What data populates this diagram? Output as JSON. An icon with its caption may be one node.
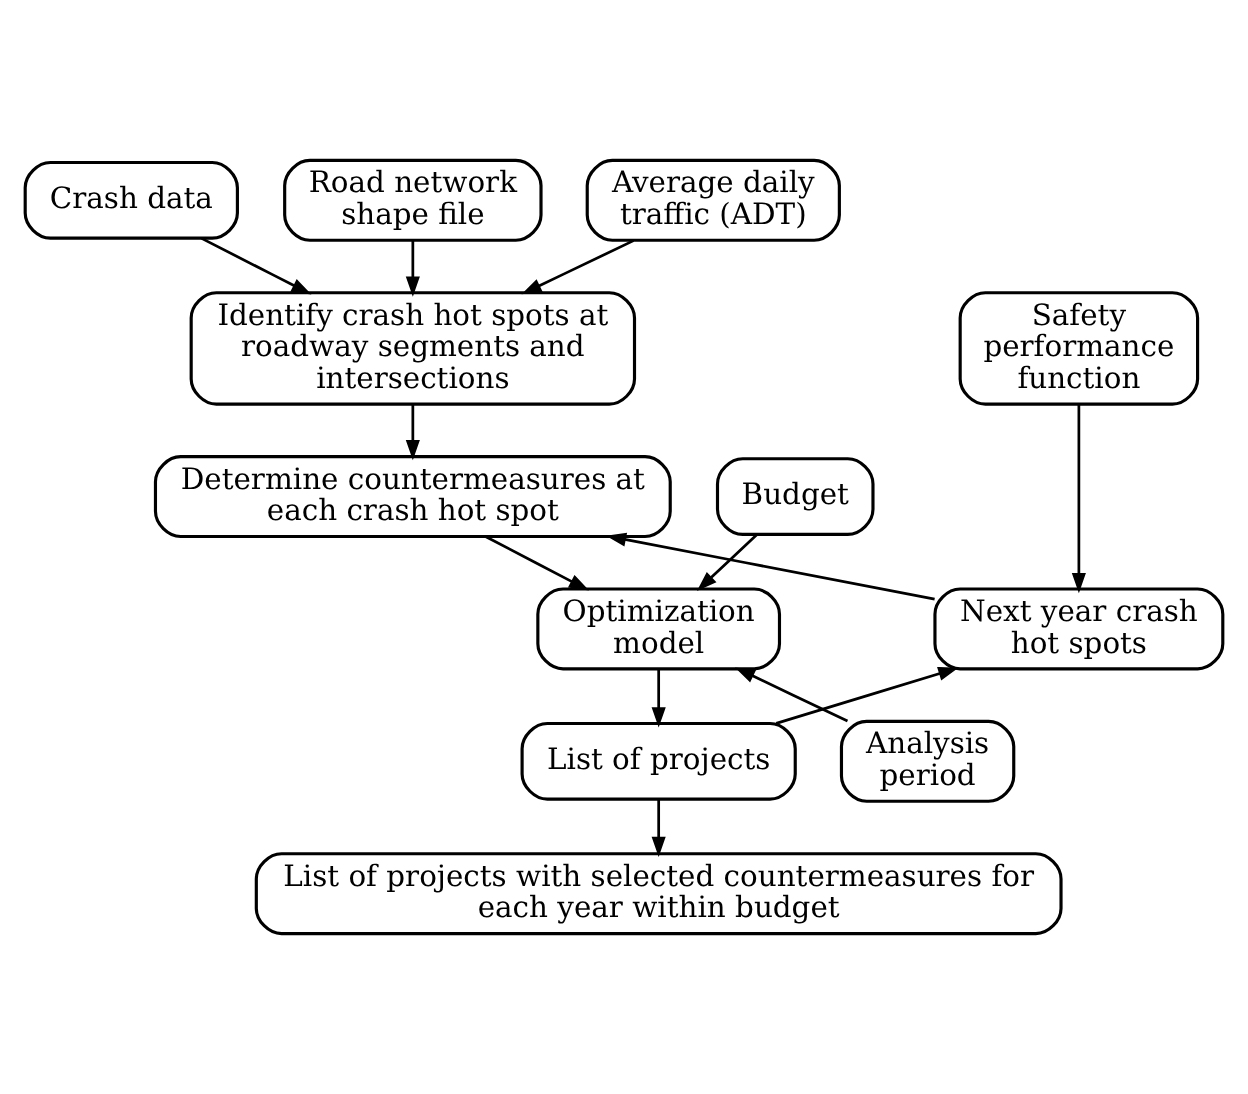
{
  "diagram": {
    "nodes": [
      {
        "text": [
          "Crash data"
        ]
      },
      {
        "text": [
          "Road network shape file"
        ]
      },
      {
        "text": [
          "Average daily traffic (ADT)"
        ]
      },
      {
        "text": [
          "Identify crash hot spots at roadway segments and intersections"
        ]
      },
      {
        "text": [
          "Safety performance function"
        ]
      },
      {
        "text": [
          "Determine countermeasures at each crash hot spot"
        ]
      },
      {
        "text": [
          "Budget"
        ]
      },
      {
        "text": [
          "Next year crash hot spots"
        ]
      },
      {
        "text": [
          "Optimization model"
        ]
      },
      {
        "text": [
          "List of projects"
        ]
      },
      {
        "text": [
          "Analysis period"
        ]
      },
      {
        "text": [
          "List of projects with selected countermeasures for each year within budget"
        ]
      }
    ],
    "edges": [
      {
        "from": 0,
        "to": 3,
        "arrow": "to"
      },
      {
        "from": 1,
        "to": 3,
        "arrow": "to"
      },
      {
        "from": 2,
        "to": 3,
        "arrow": "to"
      },
      {
        "from": 3,
        "to": 5,
        "arrow": "to"
      },
      {
        "from": 4,
        "to": 7,
        "arrow": "to"
      },
      {
        "from": 7,
        "to": 5,
        "arrow": "to"
      },
      {
        "from": 5,
        "to": 8,
        "arrow": "to"
      },
      {
        "from": 6,
        "to": 8,
        "arrow": "to"
      },
      {
        "from": 8,
        "to": 9,
        "arrow": "to"
      },
      {
        "from": 10,
        "to": 8,
        "arrow": "to"
      },
      {
        "from": 9,
        "to": 7,
        "arrow": "to"
      },
      {
        "from": 9,
        "to": 11,
        "arrow": "to"
      }
    ]
  }
}
